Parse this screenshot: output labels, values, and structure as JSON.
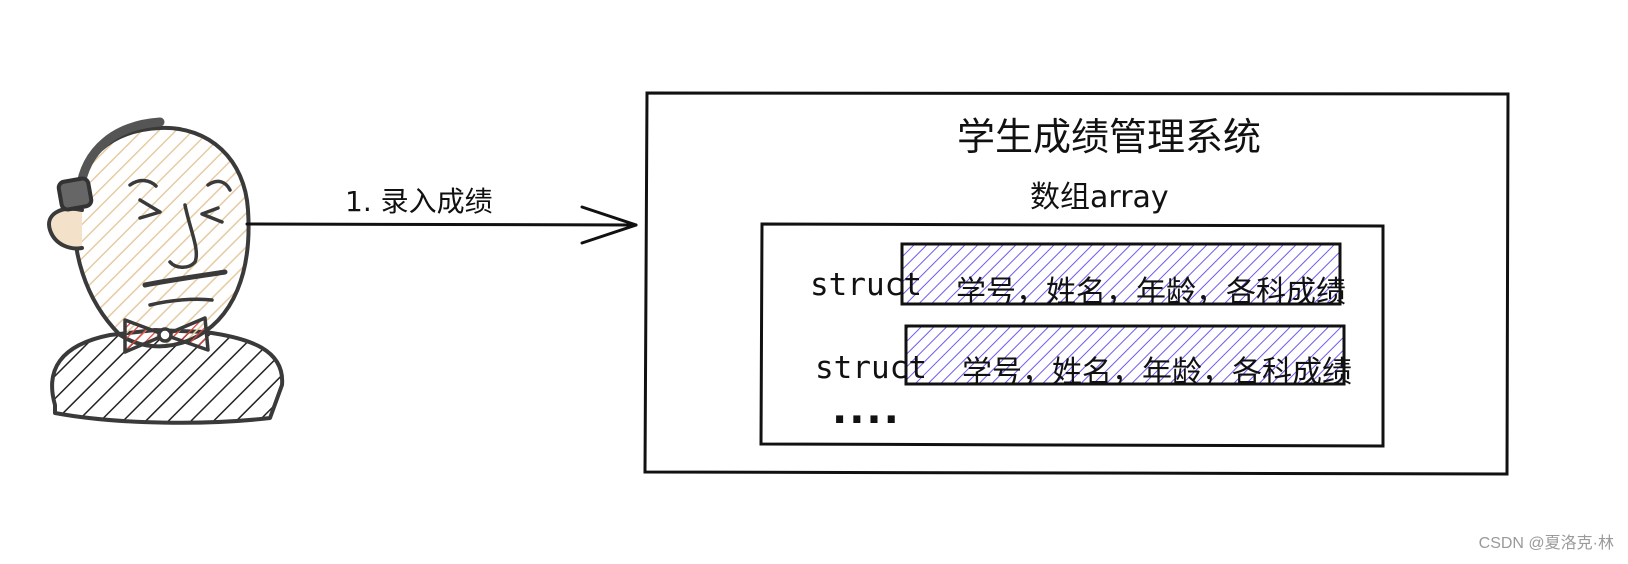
{
  "flow": {
    "step_label": "1. 录入成绩"
  },
  "system": {
    "title": "学生成绩管理系统",
    "array_label": "数组array",
    "rows": [
      {
        "keyword": "struct",
        "fields": "学号，姓名，年龄，各科成绩"
      },
      {
        "keyword": "struct",
        "fields": "学号，姓名，年龄，各科成绩"
      }
    ],
    "ellipsis": "····"
  },
  "watermark": "CSDN @夏洛克·林",
  "colors": {
    "stroke": "#222222",
    "face_hatch": "#e8cfa8",
    "record_hatch": "#6a5cf0",
    "bowtie": "#e0443a"
  },
  "icons": {
    "user": "sketched-person-icon"
  }
}
